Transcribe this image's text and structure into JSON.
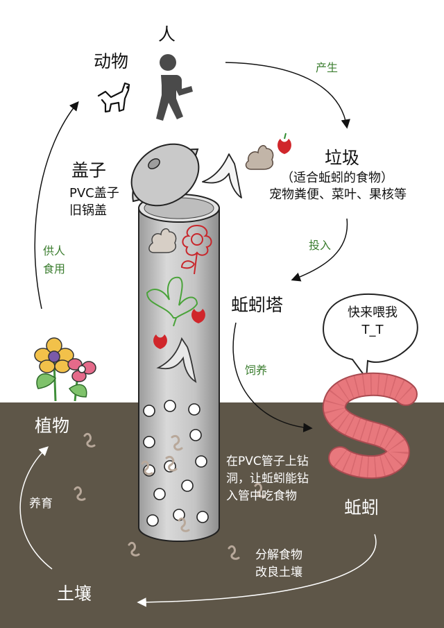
{
  "nodes": {
    "human": "人",
    "animal": "动物",
    "garbage": "垃圾",
    "garbage_desc_1": "（适合蚯蚓的食物）",
    "garbage_desc_2": "宠物粪便、菜叶、果核等",
    "lid": "盖子",
    "lid_desc_1": "PVC盖子",
    "lid_desc_2": "旧锅盖",
    "tower": "蚯蚓塔",
    "worm": "蚯蚓",
    "plant": "植物",
    "soil": "土壤"
  },
  "edges": {
    "produce": "产生",
    "put_in": "投入",
    "feed": "饲养",
    "supply_1": "供人",
    "supply_2": "食用",
    "nurture": "养育",
    "decompose_1": "分解食物",
    "decompose_2": "改良土壤"
  },
  "tube_note": [
    "在PVC管子上钻",
    "洞，让蚯蚓能钻",
    "入管中吃食物"
  ],
  "bubble": [
    "快来喂我",
    "T_T"
  ],
  "colors": {
    "soil": "#5e5648",
    "edge_label": "#3b7d2f",
    "tube": "#c8c8c8",
    "worm": "#e8787d"
  }
}
